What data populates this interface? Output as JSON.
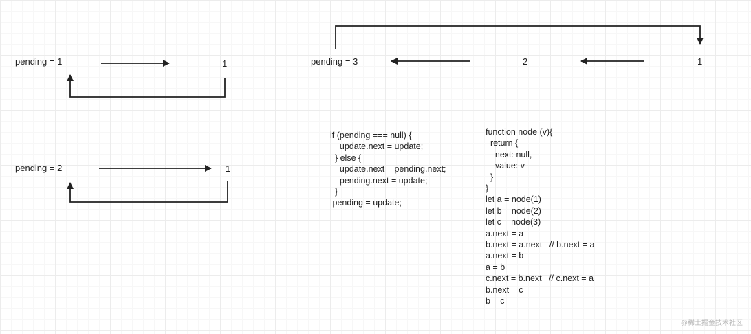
{
  "diagram": {
    "labels": {
      "p1": "pending = 1",
      "n1_top": "1",
      "p2": "pending = 2",
      "n1_mid": "1",
      "p3": "pending = 3",
      "n2": "2",
      "n1_right": "1"
    },
    "code_left": [
      "if (pending === null) {",
      "    update.next = update;",
      "  } else {",
      "    update.next = pending.next;",
      "    pending.next = update;",
      "  }",
      " pending = update;"
    ],
    "code_right": [
      "function node (v){",
      "  return {",
      "    next: null,",
      "    value: v",
      "  }",
      "}",
      "let a = node(1)",
      "let b = node(2)",
      "let c = node(3)",
      "a.next = a",
      "b.next = a.next   // b.next = a",
      "a.next = b",
      "a = b",
      "c.next = b.next   // c.next = a",
      "b.next = c",
      "b = c"
    ],
    "watermark": "@稀土掘金技术社区",
    "colors": {
      "stroke": "#222222",
      "text": "#222222",
      "grid": "#ececec"
    }
  }
}
